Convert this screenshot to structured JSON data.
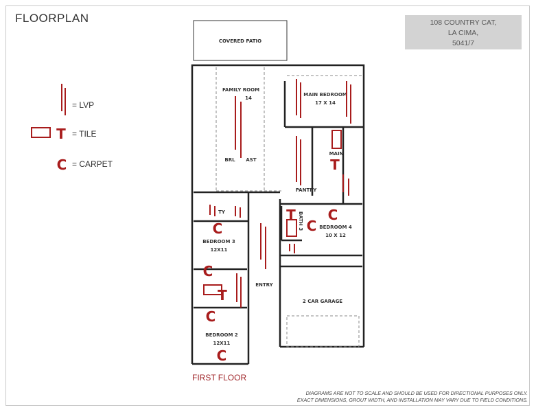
{
  "title": "FLOORPLAN",
  "address": [
    "108 COUNTRY CAT,",
    "LA CIMA,",
    "5041/7"
  ],
  "legend": {
    "lvp_label": "= LVP",
    "tile_symbol": "T",
    "tile_label": "= TILE",
    "carpet_symbol": "C",
    "carpet_label": "= CARPET"
  },
  "rooms": {
    "covered_patio": "COVERED PATIO",
    "family_room": "FAMILY ROOM",
    "family_room_dim": "14",
    "breakfast_a": "BRL",
    "breakfast_b": "AST",
    "main_bedroom": "MAIN BEDROOM",
    "main_bedroom_dim": "17 X 14",
    "main_bath": "MAIN",
    "pantry": "PANTRY",
    "utility": "TY",
    "bath3": "BATH 3",
    "bedroom4": "BEDROOM 4",
    "bedroom4_dim": "10 X 12",
    "bedroom3": "BEDROOM 3",
    "bedroom3_dim": "12X11",
    "entry": "ENTRY",
    "garage": "2 CAR GARAGE",
    "bedroom2": "BEDROOM 2",
    "bedroom2_dim": "12X11"
  },
  "floor_label": "FIRST FLOOR",
  "disclaimer": [
    "DIAGRAMS ARE NOT TO SCALE AND SHOULD BE USED FOR DIRECTIONAL PURPOSES ONLY.",
    "EXACT DIMENSIONS, GROUT WIDTH, AND INSTALLATION MAY VARY DUE TO FIELD CONDITIONS."
  ],
  "colors": {
    "flooring_mark": "#a81c1c",
    "address_box": "#d3d3d3"
  }
}
